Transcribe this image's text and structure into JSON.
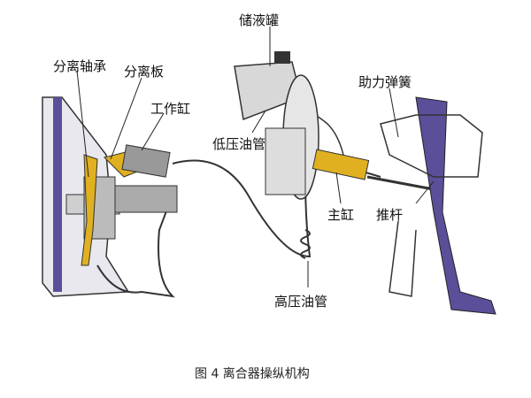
{
  "labels": {
    "reservoir": "储液罐",
    "release_bearing": "分离轴承",
    "release_plate": "分离板",
    "slave_cylinder": "工作缸",
    "low_pressure_line": "低压油管",
    "assist_spring": "助力弹簧",
    "master_cylinder": "主缸",
    "push_rod": "推杆",
    "high_pressure_line": "高压油管"
  },
  "caption": "图 4  离合器操纵机构",
  "colors": {
    "housing": "#5b4f9a",
    "hydraulic": "#e0b020",
    "line": "#333333"
  }
}
